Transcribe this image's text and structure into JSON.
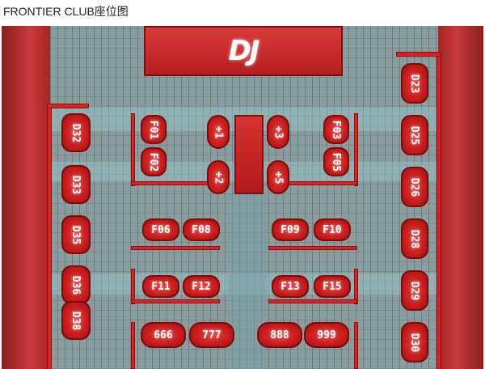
{
  "title": "FRONTIER CLUB座位图",
  "stage": {
    "logo": "DJ"
  },
  "colors": {
    "seat": "#d32020",
    "floor": "#8a9ea0",
    "wall": "#c93a3a"
  },
  "seats": {
    "d23": "D23",
    "d25": "D25",
    "d26": "D26",
    "d28": "D28",
    "d29": "D29",
    "d30": "D30",
    "d32": "D32",
    "d33": "D33",
    "d35": "D35",
    "d36": "D36",
    "d38": "D38",
    "f01": "F01",
    "f02": "F02",
    "f03": "F03",
    "f05": "F05",
    "f06": "F06",
    "f08": "F08",
    "f09": "F09",
    "f10": "F10",
    "f11": "F11",
    "f12": "F12",
    "f13": "F13",
    "f15": "F15",
    "s666": "666",
    "s777": "777",
    "s888": "888",
    "s999": "999",
    "p1": "+1",
    "p2": "+2",
    "p3": "+3",
    "p5": "+5"
  }
}
